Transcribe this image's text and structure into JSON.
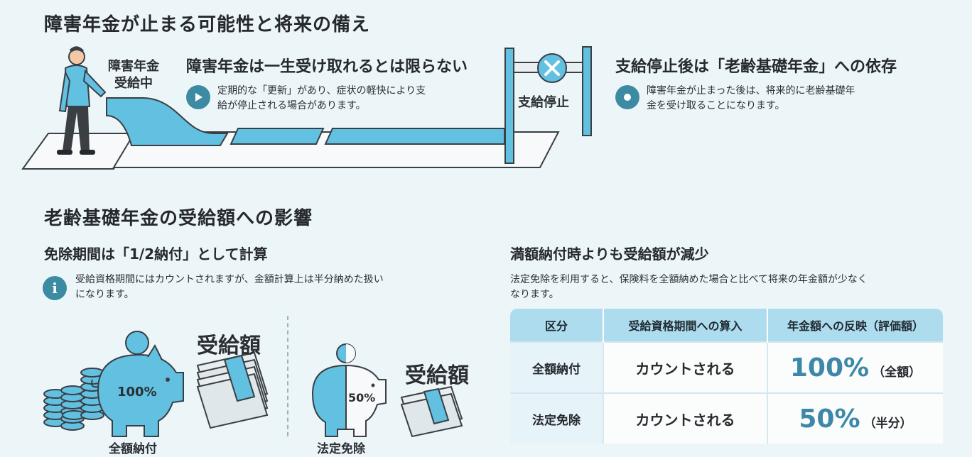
{
  "section1": {
    "title": "障害年金が止まる可能性と将来の備え",
    "receiving_label_line1": "障害年金",
    "receiving_label_line2": "受給中",
    "point1_title": "障害年金は一生受け取れるとは限らない",
    "point1_text_line1": "定期的な「更新」があり、症状の軽快により支",
    "point1_text_line2": "給が停止される場合があります。",
    "stop_label": "支給停止",
    "point2_title": "支給停止後は「老齢基礎年金」への依存",
    "point2_text_line1": "障害年金が止まった後は、将来的に老齢基礎年",
    "point2_text_line2": "金を受け取ることになります。"
  },
  "section2": {
    "title": "老齢基礎年金の受給額への影響",
    "left_heading": "免除期間は「1/2納付」として計算",
    "left_text_line1": "受給資格期間にはカウントされますが、金額計算上は半分納めた扱い",
    "left_text_line2": "になります。",
    "full_pig_percent": "100%",
    "full_label": "全額納付",
    "full_amount_label": "受給額",
    "half_pig_percent": "50%",
    "half_label": "法定免除",
    "half_amount_label": "受給額",
    "right_heading": "満額納付時よりも受給額が減少",
    "right_text_line1": "法定免除を利用すると、保険料を全額納めた場合と比べて将来の年金額が少なく",
    "right_text_line2": "なります。",
    "table": {
      "headers": [
        "区分",
        "受給資格期間への算入",
        "年金額への反映（評価額）"
      ],
      "rows": [
        {
          "category": "全額納付",
          "counted": "カウントされる",
          "percent": "100%",
          "note": "（全額）"
        },
        {
          "category": "法定免除",
          "counted": "カウントされる",
          "percent": "50%",
          "note": "（半分）"
        }
      ]
    }
  },
  "colors": {
    "accent": "#3d88a8",
    "light_blue": "#62c0e1",
    "table_header": "#aedcef",
    "background": "#ecf5f8"
  },
  "icons": [
    "person-illustration",
    "play-icon",
    "stop-x-icon",
    "bullet-icon",
    "info-icon",
    "piggy-bank-icon",
    "coin-stack-icon",
    "banknote-stack-icon"
  ]
}
